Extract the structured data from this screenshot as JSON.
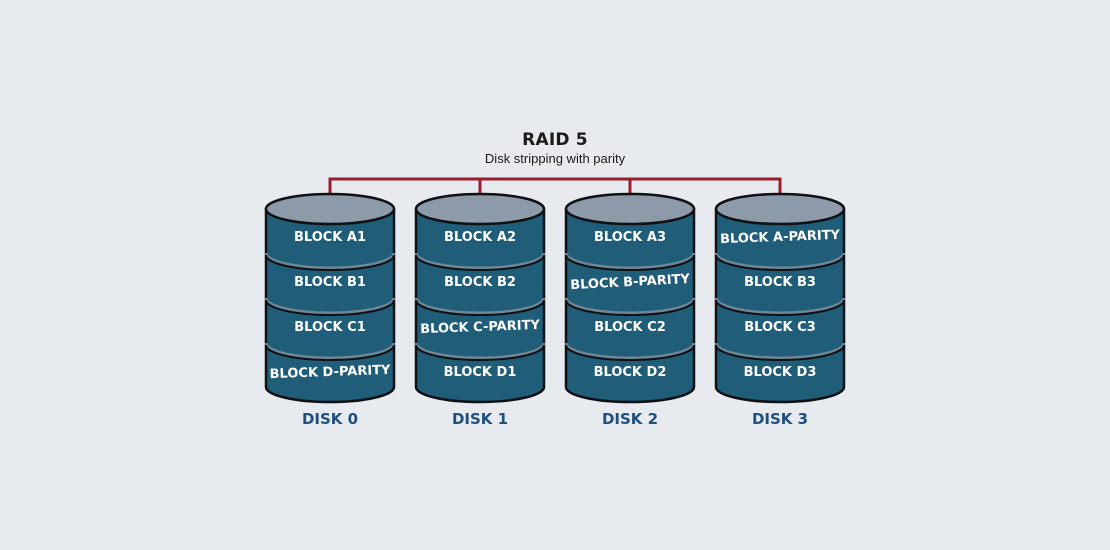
{
  "title": "RAID 5",
  "subtitle": "Disk stripping with parity",
  "colors": {
    "background": "#e7eaee",
    "connector": "#9b1c2a",
    "disk_body": "#1f5d78",
    "disk_top": "#8c9aaa",
    "disk_outline": "#0f1114",
    "disk_label": "#1f4f7e",
    "block_text": "#ffffff"
  },
  "disks": [
    {
      "label": "DISK 0",
      "blocks": [
        "BLOCK A1",
        "BLOCK B1",
        "BLOCK C1",
        "BLOCK D-PARITY"
      ]
    },
    {
      "label": "DISK 1",
      "blocks": [
        "BLOCK A2",
        "BLOCK B2",
        "BLOCK C-PARITY",
        "BLOCK D1"
      ]
    },
    {
      "label": "DISK 2",
      "blocks": [
        "BLOCK A3",
        "BLOCK B-PARITY",
        "BLOCK C2",
        "BLOCK D2"
      ]
    },
    {
      "label": "DISK 3",
      "blocks": [
        "BLOCK A-PARITY",
        "BLOCK B3",
        "BLOCK C3",
        "BLOCK D3"
      ]
    }
  ]
}
